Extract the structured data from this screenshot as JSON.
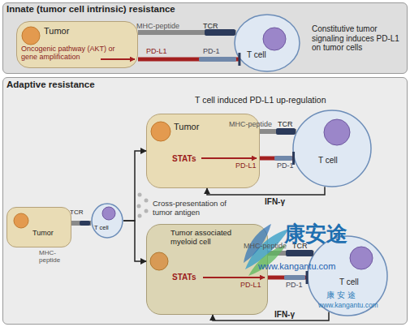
{
  "diagram": {
    "nodes": [
      {
        "text": [
          "Innate (tumor cell intrinsic) resistance"
        ]
      },
      {
        "text": [
          "Tumor",
          "Oncogenic pathway (AKT) or gene amplification"
        ],
        "in": 0
      },
      {
        "text": [
          "T cell"
        ],
        "in": 0
      },
      {
        "text": [
          "Adaptive resistance"
        ]
      },
      {
        "text": [
          "Tumor"
        ],
        "in": 3
      },
      {
        "text": [
          "T cell"
        ],
        "in": 3
      },
      {
        "text": [
          "Tumor",
          "STATs"
        ],
        "in": 3
      },
      {
        "text": [
          "T cell"
        ],
        "in": 3
      },
      {
        "text": [
          "Tumor associated myeloid cell",
          "STATs"
        ],
        "in": 3
      },
      {
        "text": [
          "T cell"
        ],
        "in": 3
      }
    ],
    "edges": [
      {
        "from": 1,
        "to": 2,
        "arrow": "none"
      },
      {
        "from": 1,
        "to": 2,
        "arrow": "to"
      },
      {
        "from": 4,
        "to": 5,
        "arrow": "none"
      },
      {
        "from": 5,
        "to": 6,
        "arrow": "to"
      },
      {
        "from": 5,
        "to": 8,
        "arrow": "to"
      },
      {
        "from": 6,
        "to": 7,
        "arrow": "none"
      },
      {
        "from": 6,
        "to": 7,
        "arrow": "to"
      },
      {
        "from": 7,
        "to": 6,
        "label": "IFN-γ",
        "arrow": "to"
      },
      {
        "from": 8,
        "to": 9,
        "arrow": "none"
      },
      {
        "from": 8,
        "to": 9,
        "arrow": "to"
      },
      {
        "from": 9,
        "to": 8,
        "label": "IFN-γ",
        "arrow": "to"
      }
    ],
    "labels": [
      "Constitutive tumor signaling induces PD-L1 on tumor cells",
      "MHC-peptide",
      "TCR",
      "PD-L1",
      "PD-1",
      "T cell induced PD-L1 up-regulation",
      "TCR",
      "MHC-peptide",
      "MHC-peptide",
      "TCR",
      "PD-L1",
      "PD-1",
      "Cross-presentation of tumor antigen",
      "MHC-peptide",
      "TCR",
      "PD-L1",
      "PD-1",
      "康安途",
      "www.kangantu.com",
      "康 安 途",
      "www.kangantu.com"
    ]
  }
}
